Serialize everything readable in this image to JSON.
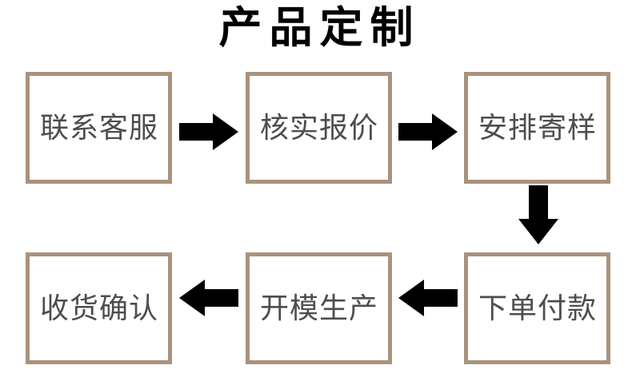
{
  "title": "产品定制",
  "colors": {
    "box_border": "#a8937c",
    "box_background": "#ffffff",
    "box_text": "#4d4d4d",
    "title_text": "#000000",
    "arrow": "#000000",
    "page_background": "#ffffff"
  },
  "chart_data": {
    "type": "diagram",
    "title": "产品定制",
    "layout": "two-row serpentine flowchart, left-to-right on top row, right-to-left on bottom row",
    "nodes": [
      {
        "id": "contact",
        "label": "联系客服",
        "row": 1,
        "col": 1
      },
      {
        "id": "quote",
        "label": "核实报价",
        "row": 1,
        "col": 2
      },
      {
        "id": "sample",
        "label": "安排寄样",
        "row": 1,
        "col": 3
      },
      {
        "id": "payment",
        "label": "下单付款",
        "row": 2,
        "col": 3
      },
      {
        "id": "mold",
        "label": "开模生产",
        "row": 2,
        "col": 2
      },
      {
        "id": "receipt",
        "label": "收货确认",
        "row": 2,
        "col": 1
      }
    ],
    "edges": [
      {
        "from": "contact",
        "to": "quote",
        "direction": "right"
      },
      {
        "from": "quote",
        "to": "sample",
        "direction": "right"
      },
      {
        "from": "sample",
        "to": "payment",
        "direction": "down"
      },
      {
        "from": "payment",
        "to": "mold",
        "direction": "left"
      },
      {
        "from": "mold",
        "to": "receipt",
        "direction": "left"
      }
    ]
  },
  "steps": {
    "contact": {
      "label": "联系客服"
    },
    "quote": {
      "label": "核实报价"
    },
    "sample": {
      "label": "安排寄样"
    },
    "payment": {
      "label": "下单付款"
    },
    "mold": {
      "label": "开模生产"
    },
    "receipt": {
      "label": "收货确认"
    }
  },
  "arrows": {
    "contact_to_quote": {
      "icon": "arrow-right-icon"
    },
    "quote_to_sample": {
      "icon": "arrow-right-icon"
    },
    "sample_to_payment": {
      "icon": "arrow-down-icon"
    },
    "payment_to_mold": {
      "icon": "arrow-left-icon"
    },
    "mold_to_receipt": {
      "icon": "arrow-left-icon"
    }
  }
}
